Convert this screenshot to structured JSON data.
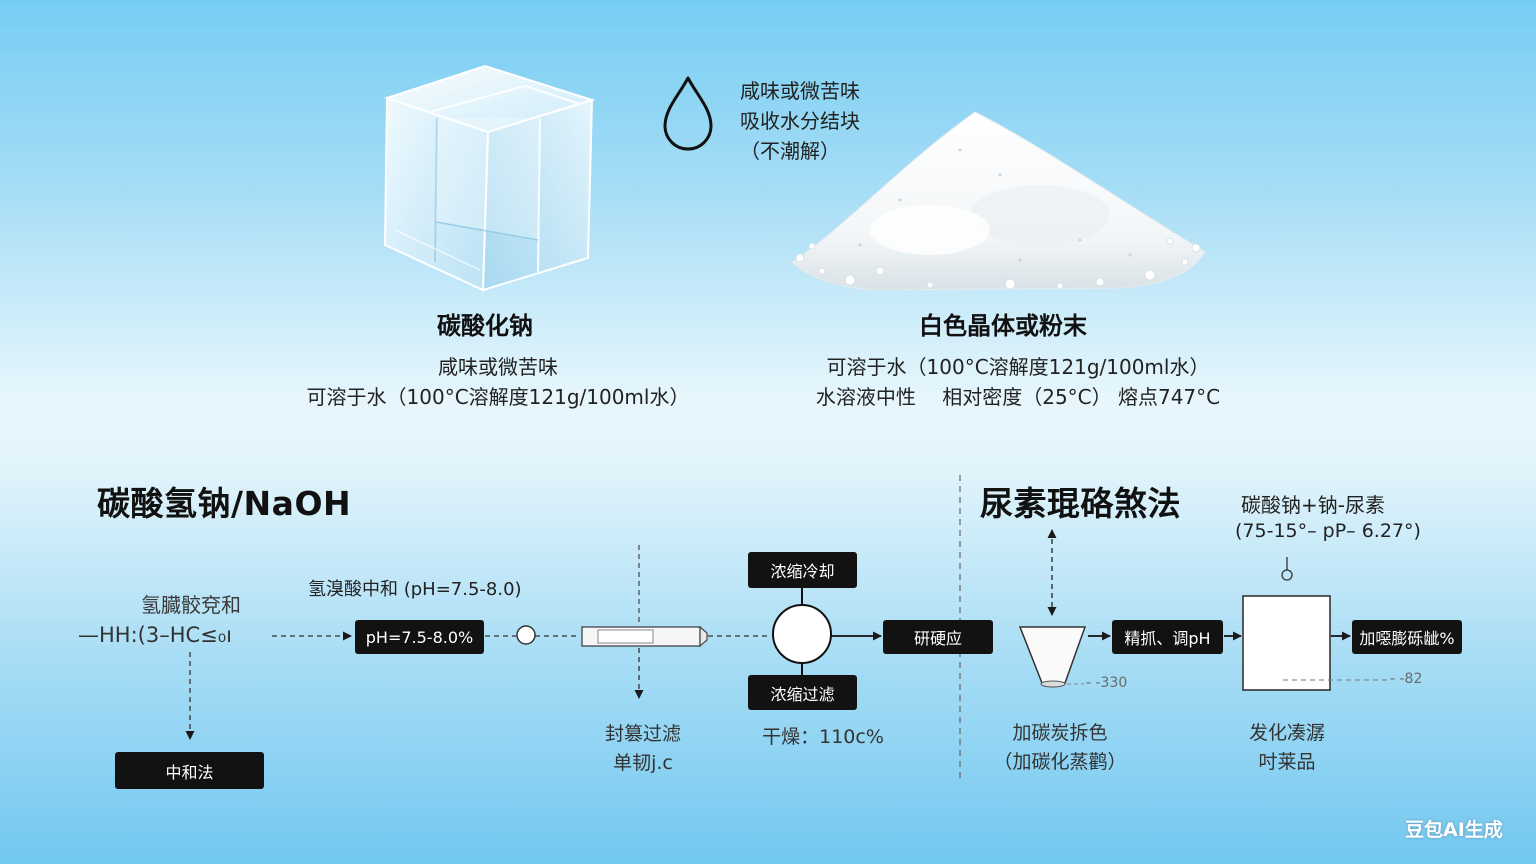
{
  "top": {
    "drop_note": [
      "咸味或微苦味",
      "吸收水分结块",
      "（不潮解）"
    ],
    "left_heading": "碳酸化钠",
    "right_heading": "白色晶体或粉末",
    "left_desc": [
      "咸味或微苦味",
      "可溶于水（100°C溶解度121g/100ml水）"
    ],
    "right_desc": [
      "可溶于水（100°C溶解度121g/100ml水）",
      "水溶液中性　 相对密度（25°C） 熔点747°C"
    ]
  },
  "process": {
    "left_title": "碳酸氢钠/NaOH",
    "right_title": "尿素琨硌煞法",
    "right_formula": "碳酸钠+钠-尿素",
    "right_conditions": "(75-15°– pP– 6.27°)",
    "start_label": "氢臓骹兗和",
    "start_formula": "—HH:(3–HC≤₀ı",
    "step1_label": "氢溴酸中和 (pH=7.5-8.0)",
    "ph_box": "pH=7.5-8.0%",
    "cool_box": "浓缩冷却",
    "filter_box": "浓缩过滤",
    "react_box": "研硬应",
    "refine_box": "精抓、调pH",
    "final_box": "加噁膨砾龇%",
    "method_box": "中和法",
    "filter_note": [
      "封篡过滤",
      "单韧j.c"
    ],
    "dry_note": "干燥：110c%",
    "decolor_note": [
      "加碳炭拆色",
      "（加碳化蒸鹳）"
    ],
    "product_note": [
      "发化凑潺",
      "吋莱品"
    ],
    "funnel_mark": "- -330",
    "vessel_mark": "- -82"
  },
  "watermark": "豆包AI生成",
  "icons": {
    "note_icon": "water-drop-icon"
  },
  "colors": {
    "node_box": "#121212",
    "node_text": "#ffffff"
  }
}
